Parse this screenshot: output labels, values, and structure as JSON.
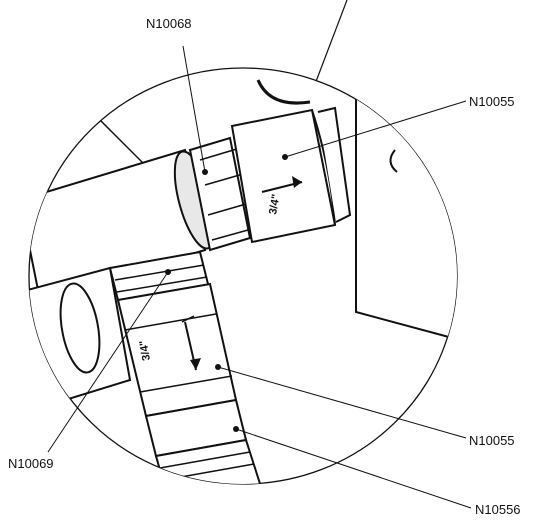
{
  "callouts": {
    "top_fitting": "N10068",
    "upper_valve": "N10055",
    "lower_fitting": "N10069",
    "lower_valve": "N10055",
    "bottom_ring": "N10556"
  },
  "valve_markings": {
    "upper_size": "3/4\"",
    "lower_size": "3/4\""
  }
}
